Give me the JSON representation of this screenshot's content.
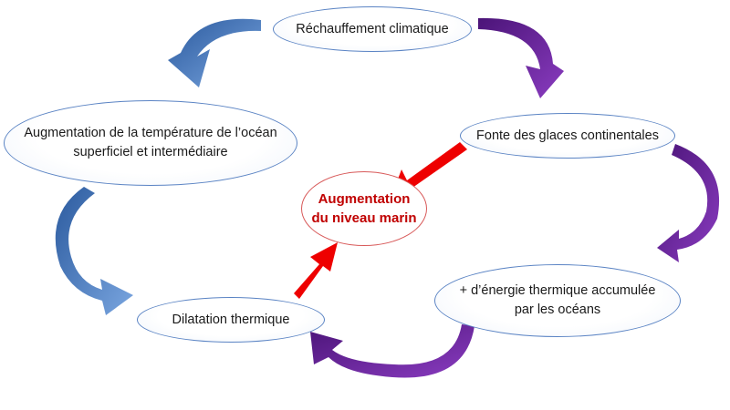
{
  "nodes": {
    "rechauffement": "Réchauffement climatique",
    "temperature_ocean": "Augmentation de la température de l’océan\nsuperficiel et intermédiaire",
    "fonte_glaces": "Fonte des glaces continentales",
    "niveau_marin": "Augmentation\ndu niveau marin",
    "dilatation": "Dilatation thermique",
    "energie_thermique": "+ d’énergie thermique accumulée\npar les océans"
  },
  "colors": {
    "blue_arrow": "#3f72b8",
    "purple_arrow": "#6a2296",
    "red_arrow": "#ee0000",
    "ellipse_border": "#5b84c4",
    "center_border": "#d85a5a",
    "center_text": "#c00000"
  }
}
